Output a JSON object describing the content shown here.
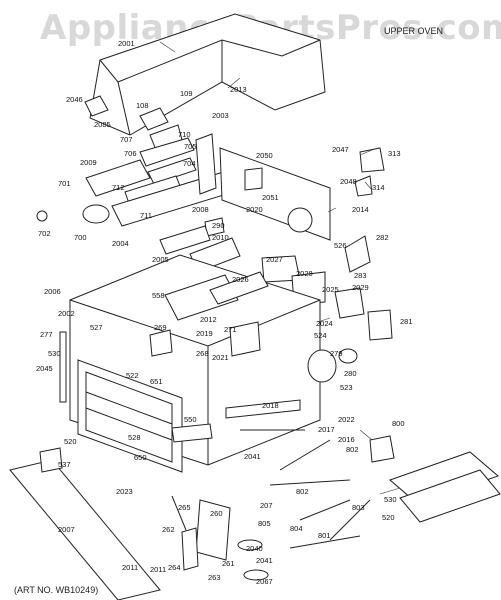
{
  "watermark": "AppliancePartsPros.com",
  "header": "UPPER OVEN",
  "art_number": "(ART NO. WB10249)",
  "part_labels": [
    "2001",
    "2013",
    "2046",
    "2085",
    "108",
    "109",
    "707",
    "710",
    "705",
    "706",
    "704",
    "2003",
    "2050",
    "2047",
    "313",
    "2048",
    "314",
    "2009",
    "712",
    "701",
    "702",
    "700",
    "711",
    "2004",
    "2008",
    "2020",
    "2051",
    "2014",
    "290",
    "2010",
    "2005",
    "282",
    "526",
    "283",
    "2027",
    "2028",
    "2006",
    "2025",
    "2029",
    "558",
    "2026",
    "2002",
    "527",
    "2012",
    "269",
    "271",
    "2024",
    "281",
    "277",
    "2019",
    "268",
    "530",
    "524",
    "279",
    "2045",
    "2021",
    "280",
    "523",
    "522",
    "651",
    "2018",
    "2022",
    "2017",
    "2016",
    "650",
    "520",
    "528",
    "550",
    "800",
    "802",
    "537",
    "2023",
    "2041",
    "265",
    "2011",
    "802",
    "530",
    "520",
    "2007",
    "262",
    "260",
    "805",
    "207",
    "804",
    "801",
    "803",
    "2040",
    "2041",
    "264",
    "263",
    "2067",
    "261",
    "2011"
  ]
}
